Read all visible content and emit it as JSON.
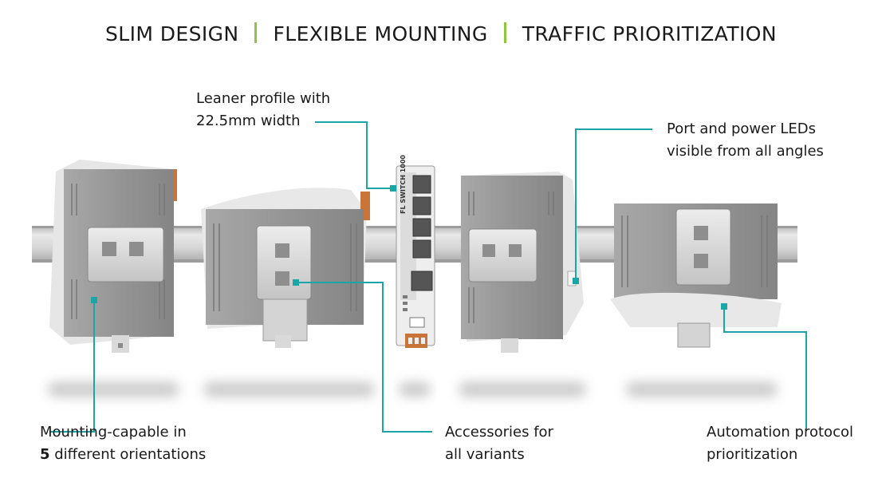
{
  "header": {
    "items": [
      "SLIM DESIGN",
      "FLEXIBLE MOUNTING",
      "TRAFFIC PRIORITIZATION"
    ]
  },
  "device": {
    "label": "FL SWITCH 1000"
  },
  "callouts": {
    "leaner": {
      "line1": "Leaner profile with",
      "line2": "22.5mm width"
    },
    "leds": {
      "line1": "Port and power LEDs",
      "line2": "visible from all angles"
    },
    "mounting": {
      "line1": "Mounting-capable in",
      "line2_num": "5",
      "line2_rest": " different orientations"
    },
    "accessories": {
      "line1": "Accessories for",
      "line2": "all variants"
    },
    "automation": {
      "line1": "Automation protocol",
      "line2": "prioritization"
    }
  },
  "colors": {
    "accent": "#8dc63f",
    "leader": "#1aa6a6",
    "device_body": "#9a9a9a",
    "device_light": "#e4e4e4",
    "rail": "#cfcfcf"
  }
}
